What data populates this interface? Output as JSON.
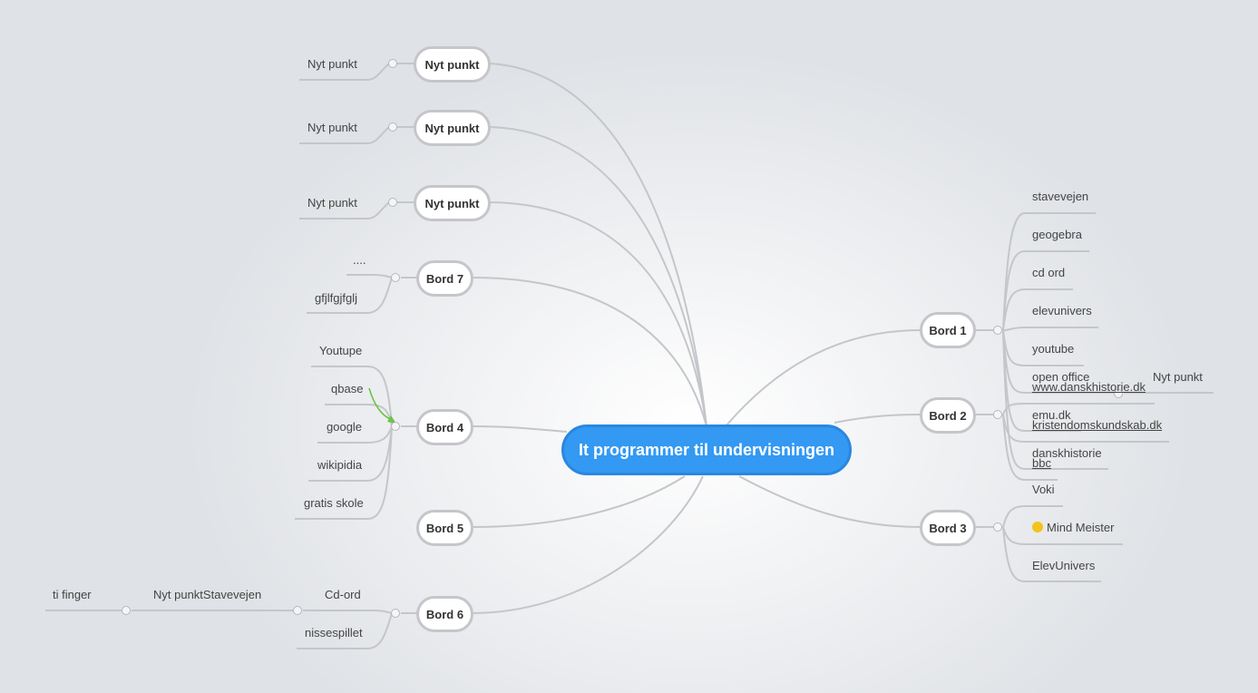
{
  "colors": {
    "center_fill": "#3399f3",
    "line": "#c4c6ca",
    "arrow": "#6cc24a"
  },
  "central": {
    "label": "It programmer til undervisningen"
  },
  "nodes": {
    "n1": "Nyt punkt",
    "n2": "Nyt punkt",
    "n3": "Nyt punkt",
    "bord7": "Bord 7",
    "bord4": "Bord 4",
    "bord5": "Bord 5",
    "bord6": "Bord 6",
    "bord1": "Bord 1",
    "bord2": "Bord 2",
    "bord3": "Bord 3"
  },
  "leaves": {
    "n1_child": "Nyt punkt",
    "n2_child": "Nyt punkt",
    "n3_child": "Nyt punkt",
    "bord7": [
      "....",
      "gfjlfgjfglj"
    ],
    "bord4": [
      "Youtupe",
      "qbase",
      "google",
      "wikipidia",
      "gratis skole"
    ],
    "bord6": [
      "Cd-ord",
      "nissespillet"
    ],
    "cdord_child": "Nyt punktStavevejen",
    "cdord_grandchild": "ti finger",
    "bord1": [
      "stavevejen",
      "geogebra",
      "cd ord",
      "elevunivers",
      "youtube",
      "open office",
      "emu.dk",
      "danskhistorie"
    ],
    "openoffice_child": "Nyt punkt",
    "bord2": [
      "www.danskhistorie.dk",
      "kristendomskundskab.dk",
      "bbc"
    ],
    "bord3": [
      "Voki",
      "Mind Meister",
      "ElevUnivers"
    ]
  }
}
